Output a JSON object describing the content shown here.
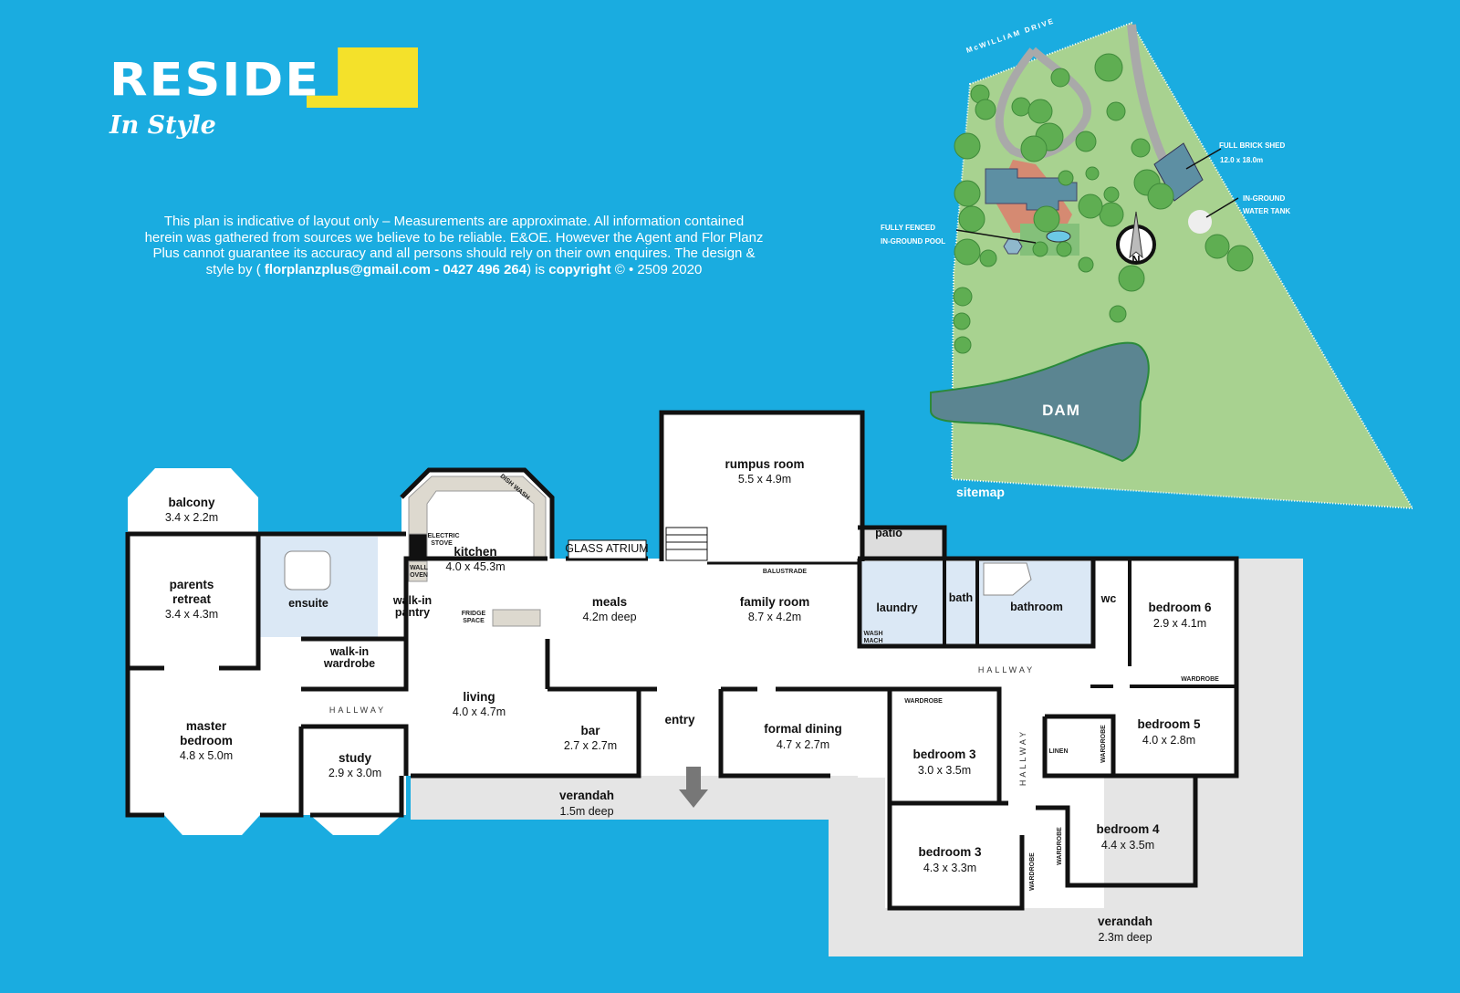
{
  "logo": {
    "brand": "RESIDE",
    "tagline": "In Style"
  },
  "disclaimer": {
    "line1": "This plan is indicative of layout only  –  Measurements are approximate. All information contained",
    "line2": "herein was gathered from sources we believe to be reliable. E&OE. However the Agent and Flor Planz",
    "line3": "Plus cannot guarantee its accuracy and all persons should rely on their own enquires. The design &",
    "line4_a": "style by ( ",
    "line4_email": "florplanzplus@gmail.com - 0427 496 264",
    "line4_b": ") is ",
    "line4_copyright": "copyright",
    "line4_c": " ©  • 2509 2020"
  },
  "sitemap": {
    "road": "McWILLIAM DRIVE",
    "shed_label": "FULL BRICK SHED",
    "shed_size": "12.0 x 18.0m",
    "tank_label_1": "IN-GROUND",
    "tank_label_2": "WATER TANK",
    "pool_label_1": "FULLY FENCED",
    "pool_label_2": "IN-GROUND POOL",
    "dam": "DAM",
    "compass": "N",
    "caption": "sitemap",
    "colors": {
      "land": "#a8d290",
      "tree": "#5fae52",
      "building": "#5d8fa3",
      "dam": "#5b8591",
      "drive": "#a9a9a9",
      "paving": "#d58a72"
    }
  },
  "rooms": {
    "balcony": {
      "name": "balcony",
      "dims": "3.4 x 2.2m"
    },
    "parents_retreat": {
      "name1": "parents",
      "name2": "retreat",
      "dims": "3.4 x 4.3m"
    },
    "ensuite": {
      "name": "ensuite"
    },
    "kitchen": {
      "name": "kitchen",
      "dims": "4.0 x 45.3m"
    },
    "pantry": {
      "name1": "walk-in",
      "name2": "pantry"
    },
    "wardrobe_walkin": {
      "name1": "walk-in",
      "name2": "wardrobe"
    },
    "hallway_left": {
      "name": "HALLWAY"
    },
    "living": {
      "name": "living",
      "dims": "4.0 x 4.7m"
    },
    "master": {
      "name1": "master",
      "name2": "bedroom",
      "dims": "4.8 x 5.0m"
    },
    "study": {
      "name": "study",
      "dims": "2.9 x 3.0m"
    },
    "meals": {
      "name": "meals",
      "dims": "4.2m deep"
    },
    "family": {
      "name": "family room",
      "dims": "8.7 x 4.2m"
    },
    "atrium": {
      "name": "GLASS ATRIUM"
    },
    "balustrade": {
      "name": "BALUSTRADE"
    },
    "rumpus": {
      "name": "rumpus room",
      "dims": "5.5 x 4.9m"
    },
    "patio": {
      "name": "patio"
    },
    "laundry": {
      "name": "laundry"
    },
    "bath": {
      "name": "bath"
    },
    "bathroom": {
      "name": "bathroom"
    },
    "wc": {
      "name": "wc"
    },
    "bedroom6": {
      "name": "bedroom 6",
      "dims": "2.9 x 4.1m"
    },
    "hallway_mid": {
      "name": "HALLWAY"
    },
    "bar": {
      "name": "bar",
      "dims": "2.7 x 2.7m"
    },
    "entry": {
      "name": "entry"
    },
    "formal_dining": {
      "name": "formal dining",
      "dims": "4.7 x 2.7m"
    },
    "bedroom3a": {
      "name": "bedroom 3",
      "dims": "3.0 x 3.5m"
    },
    "bedroom5": {
      "name": "bedroom 5",
      "dims": "4.0 x 2.8m"
    },
    "hallway_vert": {
      "name": "HALLWAY"
    },
    "linen": {
      "name": "LINEN"
    },
    "bedroom4": {
      "name": "bedroom 4",
      "dims": "4.4 x 3.5m"
    },
    "bedroom3b": {
      "name": "bedroom 3",
      "dims": "4.3 x 3.3m"
    },
    "verandah_front": {
      "name": "verandah",
      "dims": "1.5m deep"
    },
    "verandah_side": {
      "name": "verandah",
      "dims": "2.3m deep"
    }
  },
  "fixtures": {
    "wardrobe": "WARDROBE",
    "electric_stove_1": "ELECTRIC",
    "electric_stove_2": "STOVE",
    "wall_oven_1": "WALL",
    "wall_oven_2": "OVEN",
    "dish_wash": "DISH WASH",
    "fridge_1": "FRIDGE",
    "fridge_2": "SPACE",
    "wash_mach_1": "WASH",
    "wash_mach_2": "MACH"
  }
}
